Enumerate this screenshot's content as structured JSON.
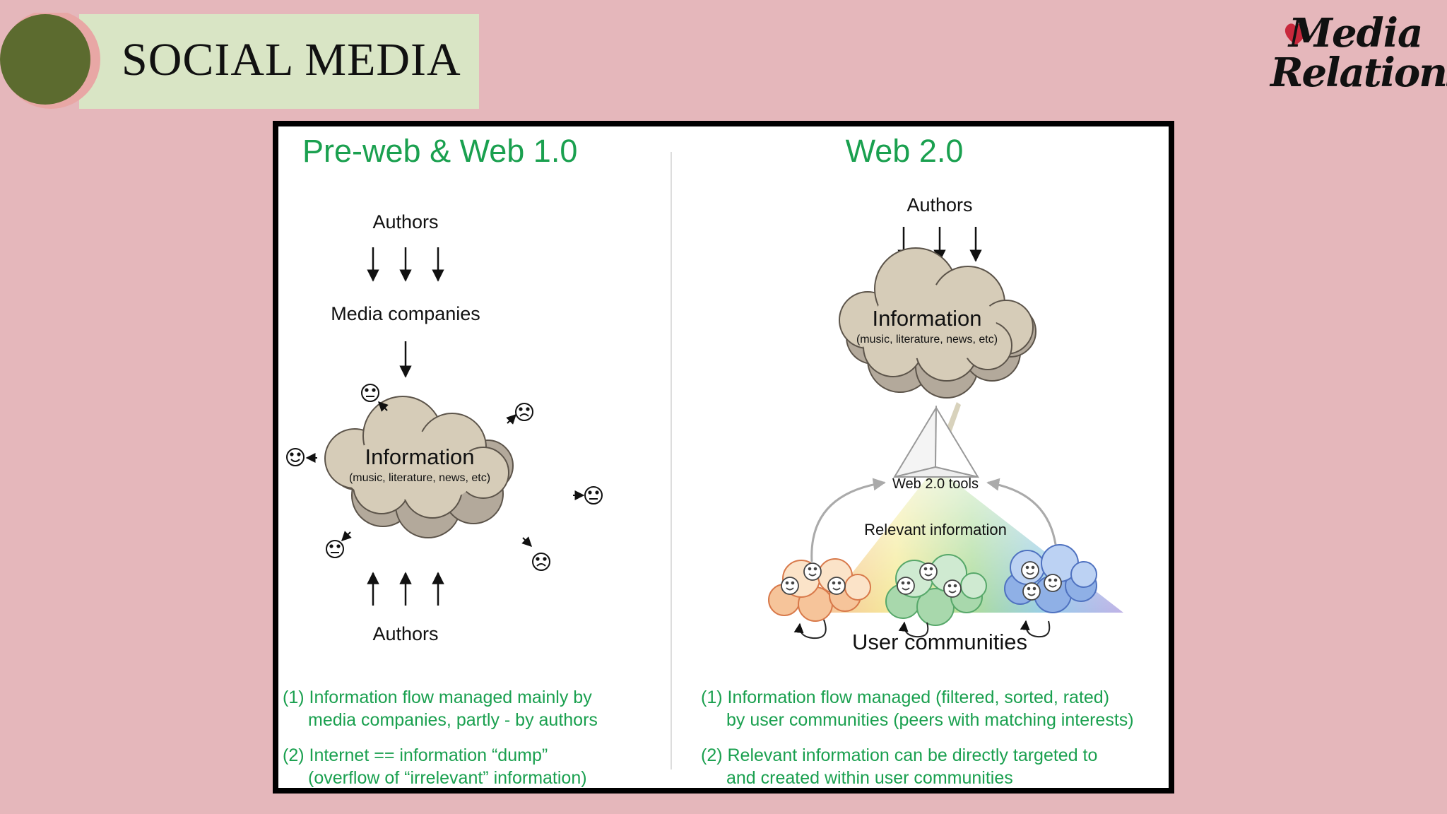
{
  "header": {
    "title": "SOCIAL MEDIA",
    "logo_line1": "Media",
    "logo_line2": "Relations",
    "colors": {
      "background": "#e5b7bb",
      "banner": "#d9e5c5",
      "circle": "#5c6b2f",
      "accent": "#1aa04f"
    }
  },
  "left": {
    "heading": "Pre-web & Web 1.0",
    "authors_top": "Authors",
    "media_companies": "Media companies",
    "cloud_title": "Information",
    "cloud_subtitle": "(music, literature, news, etc)",
    "authors_bottom": "Authors",
    "note1_line1": "(1) Information flow managed mainly by",
    "note1_line2": "media companies, partly - by authors",
    "note2_line1": "(2) Internet == information “dump”",
    "note2_line2": "(overflow of “irrelevant” information)"
  },
  "right": {
    "heading": "Web 2.0",
    "authors": "Authors",
    "cloud_title": "Information",
    "cloud_subtitle": "(music, literature, news, etc)",
    "tools_label": "Web 2.0 tools",
    "relevant_label": "Relevant information",
    "communities_label": "User communities",
    "note1_line1": "(1) Information flow managed (filtered, sorted, rated)",
    "note1_line2": "by user communities (peers with matching interests)",
    "note2_line1": "(2) Relevant information can be directly targeted to",
    "note2_line2": "and created within user communities"
  }
}
